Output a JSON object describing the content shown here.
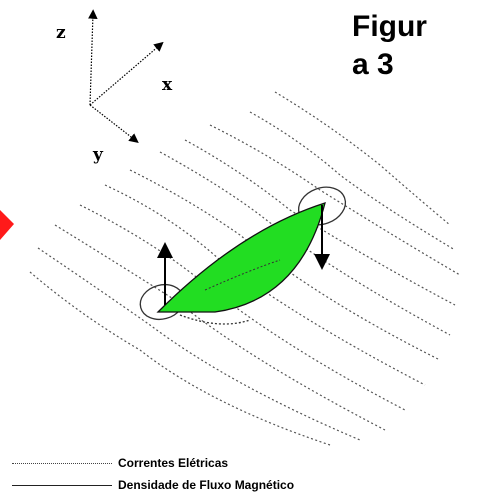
{
  "figure": {
    "title_line1": "Figur",
    "title_line2": "a 3"
  },
  "axes": {
    "z_label": "z",
    "x_label": "x",
    "y_label": "y"
  },
  "legend": {
    "dotted_label": "Correntes Elétricas",
    "solid_label": "Densidade de Fluxo Magnético"
  },
  "colors": {
    "wire_fill": "#22dd22",
    "marker": "#ff1a1a",
    "lines": "#555555"
  }
}
